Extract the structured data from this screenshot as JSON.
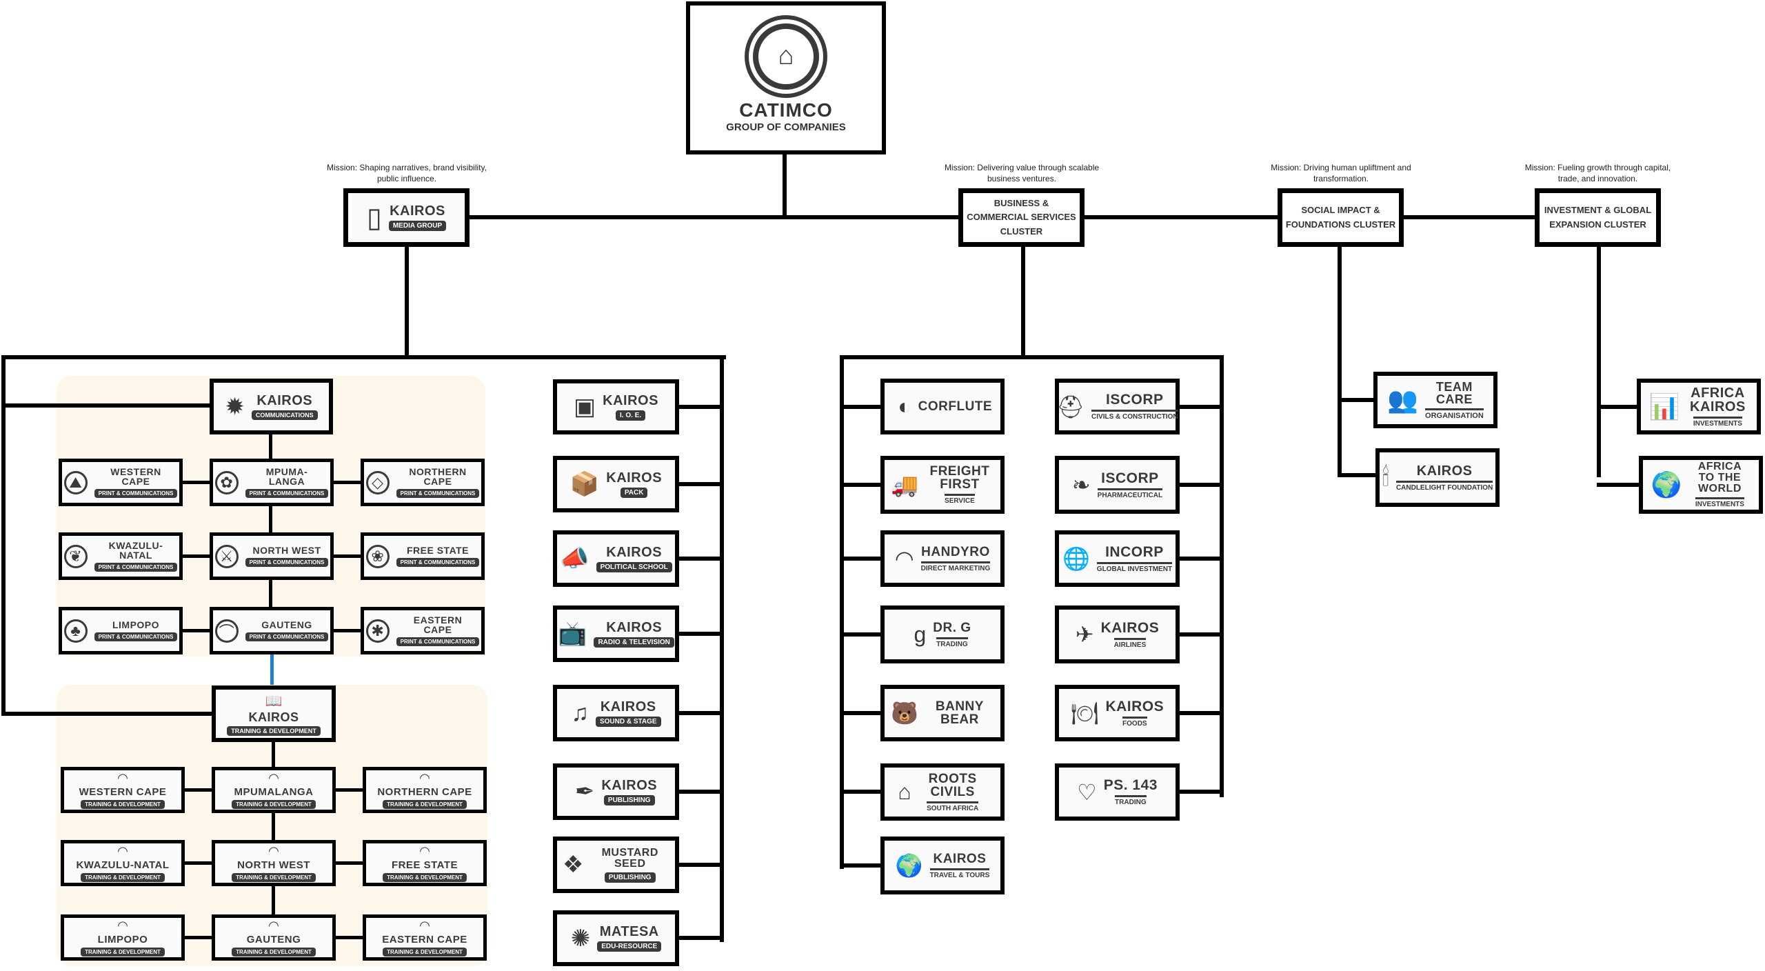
{
  "root": {
    "title": "CATIMCO",
    "subtitle": "GROUP OF COMPANIES",
    "logo_icon": "catimco-logo-icon"
  },
  "clusters": {
    "media": {
      "mission": "Mission: Shaping narratives, brand visibility, public influence.",
      "title": "KAIROS",
      "tag": "MEDIA GROUP"
    },
    "business": {
      "mission": "Mission: Delivering value through scalable business ventures.",
      "label": "BUSINESS & COMMERCIAL SERVICES CLUSTER"
    },
    "social": {
      "mission": "Mission: Driving human upliftment and transformation.",
      "label": "SOCIAL IMPACT & FOUNDATIONS CLUSTER"
    },
    "investment": {
      "mission": "Mission: Fueling growth through capital, trade, and innovation.",
      "label": "INVESTMENT & GLOBAL EXPANSION CLUSTER"
    }
  },
  "communications": {
    "head": {
      "title": "KAIROS",
      "tag": "COMMUNICATIONS"
    },
    "regions": [
      {
        "title": "WESTERN CAPE",
        "tag": "PRINT & COMMUNICATIONS"
      },
      {
        "title": "MPUMA-LANGA",
        "tag": "PRINT & COMMUNICATIONS"
      },
      {
        "title": "NORTHERN CAPE",
        "tag": "PRINT & COMMUNICATIONS"
      },
      {
        "title": "KWAZULU-NATAL",
        "tag": "PRINT & COMMUNICATIONS"
      },
      {
        "title": "NORTH WEST",
        "tag": "PRINT & COMMUNICATIONS"
      },
      {
        "title": "FREE STATE",
        "tag": "PRINT & COMMUNICATIONS"
      },
      {
        "title": "LIMPOPO",
        "tag": "PRINT & COMMUNICATIONS"
      },
      {
        "title": "GAUTENG",
        "tag": "PRINT & COMMUNICATIONS"
      },
      {
        "title": "EASTERN CAPE",
        "tag": "PRINT & COMMUNICATIONS"
      }
    ]
  },
  "training": {
    "head": {
      "title": "KAIROS",
      "tag": "TRAINING & DEVELOPMENT"
    },
    "regions": [
      {
        "title": "WESTERN CAPE",
        "tag": "TRAINING & DEVELOPMENT"
      },
      {
        "title": "MPUMALANGA",
        "tag": "TRAINING & DEVELOPMENT"
      },
      {
        "title": "NORTHERN CAPE",
        "tag": "TRAINING & DEVELOPMENT"
      },
      {
        "title": "KWAZULU-NATAL",
        "tag": "TRAINING & DEVELOPMENT"
      },
      {
        "title": "NORTH WEST",
        "tag": "TRAINING & DEVELOPMENT"
      },
      {
        "title": "FREE STATE",
        "tag": "TRAINING & DEVELOPMENT"
      },
      {
        "title": "LIMPOPO",
        "tag": "TRAINING & DEVELOPMENT"
      },
      {
        "title": "GAUTENG",
        "tag": "TRAINING & DEVELOPMENT"
      },
      {
        "title": "EASTERN CAPE",
        "tag": "TRAINING & DEVELOPMENT"
      }
    ]
  },
  "media_units": [
    {
      "title": "KAIROS",
      "tag": "I. O. E."
    },
    {
      "title": "KAIROS",
      "tag": "PACK"
    },
    {
      "title": "KAIROS",
      "tag": "POLITICAL SCHOOL"
    },
    {
      "title": "KAIROS",
      "tag": "RADIO & TELEVISION"
    },
    {
      "title": "KAIROS",
      "tag": "SOUND & STAGE"
    },
    {
      "title": "KAIROS",
      "tag": "PUBLISHING"
    },
    {
      "title": "MUSTARD SEED",
      "tag": "PUBLISHING"
    },
    {
      "title": "MATESA",
      "tag": "EDU-RESOURCE"
    }
  ],
  "business_left": [
    {
      "title": "CORFLUTE"
    },
    {
      "title": "FREIGHT FIRST",
      "tag": "SERVICE"
    },
    {
      "title": "HANDYRO",
      "tag": "DIRECT MARKETING"
    },
    {
      "title": "DR. G",
      "tag": "TRADING"
    },
    {
      "title": "BANNY BEAR"
    },
    {
      "title": "ROOTS CIVILS",
      "tag": "SOUTH AFRICA"
    },
    {
      "title": "KAIROS",
      "tag": "TRAVEL & TOURS"
    }
  ],
  "business_right": [
    {
      "title": "ISCORP",
      "tag": "CIVILS & CONSTRUCTION"
    },
    {
      "title": "ISCORP",
      "tag": "PHARMACEUTICAL"
    },
    {
      "title": "INCORP",
      "tag": "GLOBAL INVESTMENT"
    },
    {
      "title": "KAIROS",
      "tag": "AIRLINES"
    },
    {
      "title": "KAIROS",
      "tag": "FOODS"
    },
    {
      "title": "PS. 143",
      "tag": "TRADING"
    }
  ],
  "social_units": [
    {
      "title": "TEAM CARE",
      "tag": "ORGANISATION"
    },
    {
      "title": "KAIROS",
      "tag": "CANDLELIGHT FOUNDATION"
    }
  ],
  "investment_units": [
    {
      "title": "AFRICA KAIROS",
      "tag": "INVESTMENTS"
    },
    {
      "title": "AFRICA TO THE WORLD",
      "tag": "INVESTMENTS"
    }
  ],
  "colors": {
    "line": "#000000",
    "text": "#3a3a3a",
    "panel": "#fdf6ea",
    "accent_line": "#1f7fd1"
  }
}
